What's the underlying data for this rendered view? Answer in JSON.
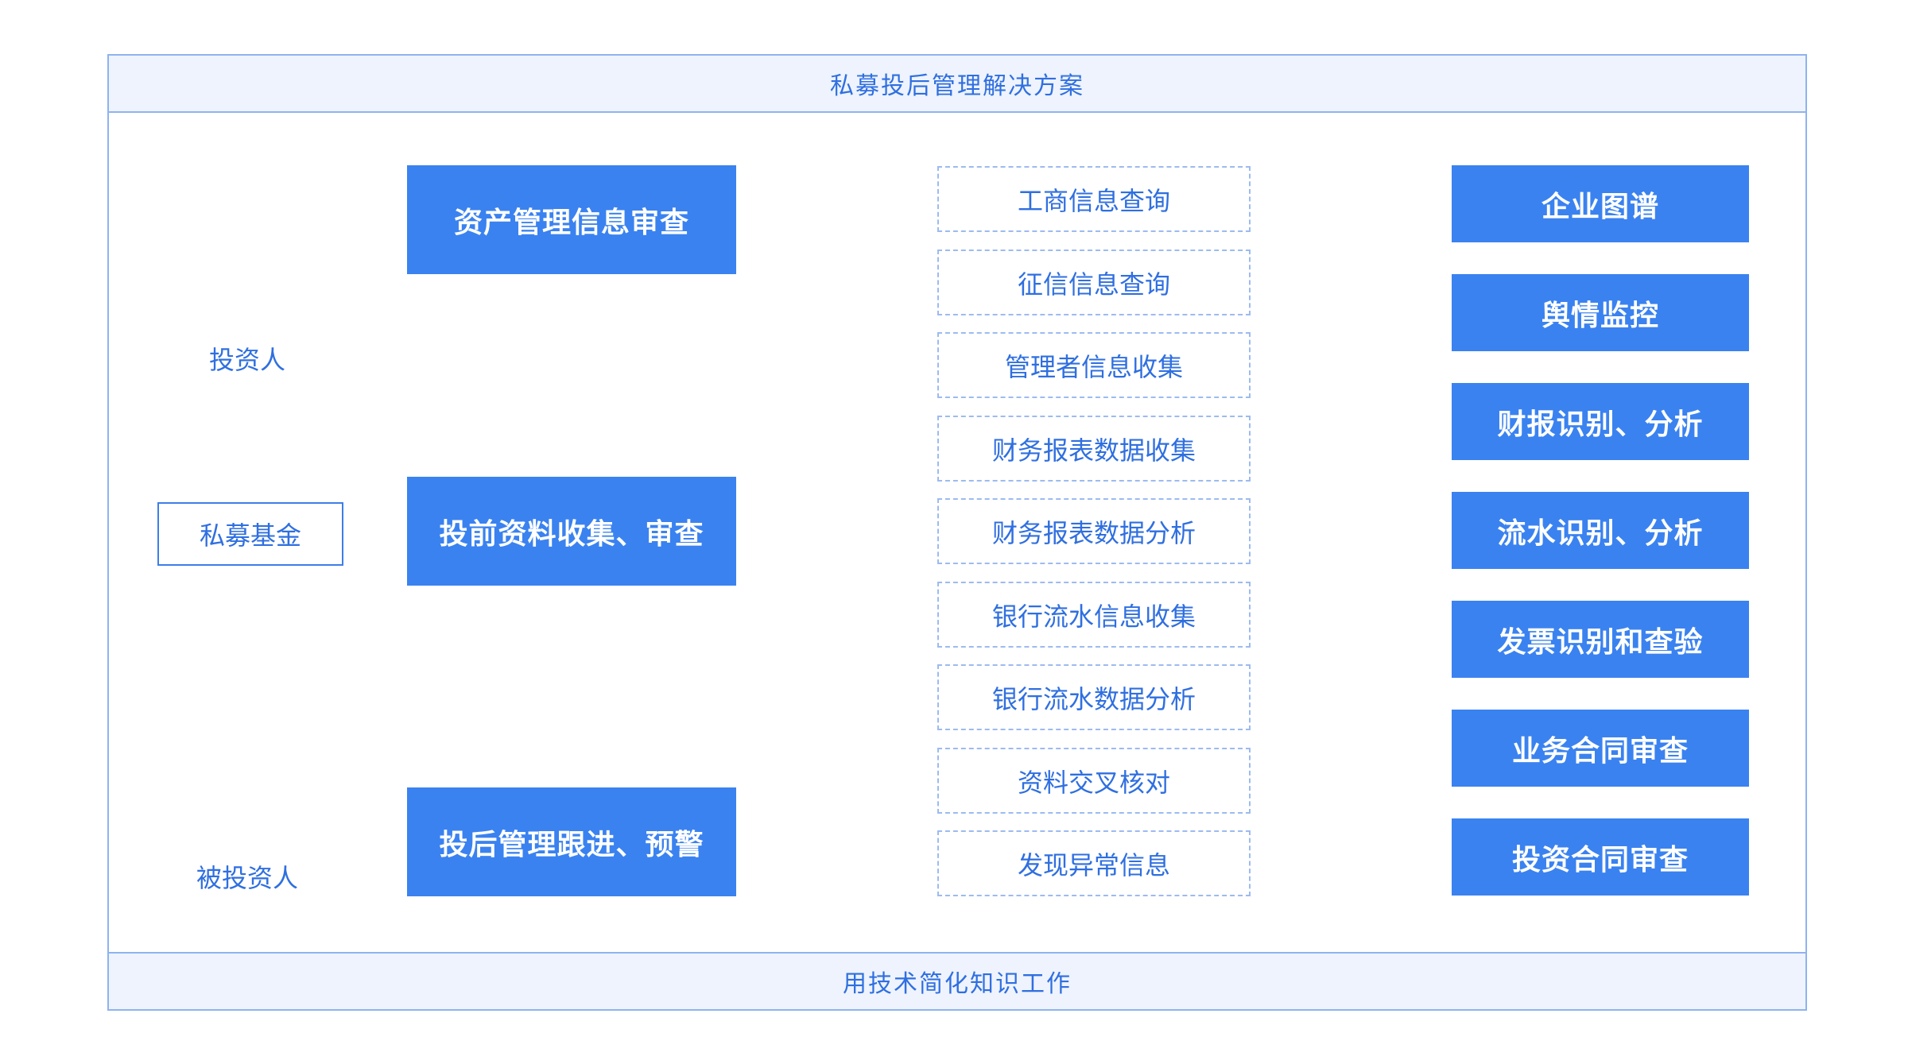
{
  "header": {
    "title": "私募投后管理解决方案"
  },
  "footer": {
    "slogan": "用技术简化知识工作"
  },
  "left": {
    "investor_label": "投资人",
    "fund_label": "私募基金",
    "investee_label": "被投资人"
  },
  "stages": [
    {
      "label": "资产管理信息审查"
    },
    {
      "label": "投前资料收集、审查"
    },
    {
      "label": "投后管理跟进、预警"
    }
  ],
  "steps": [
    {
      "label": "工商信息查询"
    },
    {
      "label": "征信信息查询"
    },
    {
      "label": "管理者信息收集"
    },
    {
      "label": "财务报表数据收集"
    },
    {
      "label": "财务报表数据分析"
    },
    {
      "label": "银行流水信息收集"
    },
    {
      "label": "银行流水数据分析"
    },
    {
      "label": "资料交叉核对"
    },
    {
      "label": "发现异常信息"
    }
  ],
  "results": [
    {
      "label": "企业图谱"
    },
    {
      "label": "舆情监控"
    },
    {
      "label": "财报识别、分析"
    },
    {
      "label": "流水识别、分析"
    },
    {
      "label": "发票识别和查验"
    },
    {
      "label": "业务合同审查"
    },
    {
      "label": "投资合同审查"
    }
  ],
  "colors": {
    "primary": "#3a82f0",
    "text_blue": "#2f6fe0",
    "border": "#8fb3ef"
  }
}
